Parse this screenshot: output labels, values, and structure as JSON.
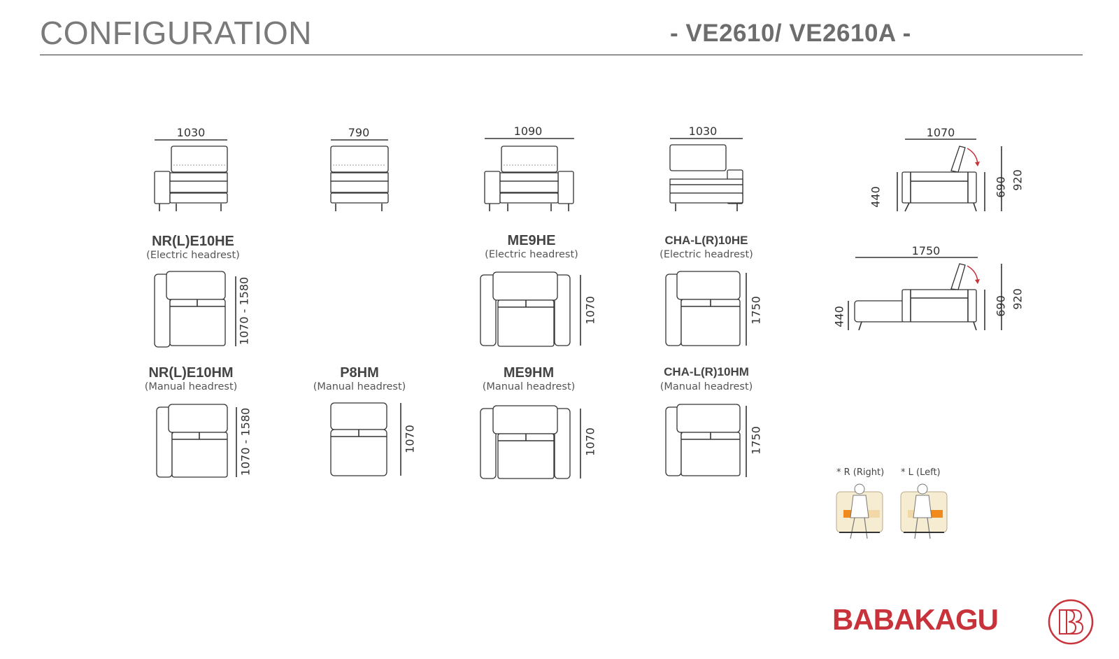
{
  "header": {
    "title": "CONFIGURATION",
    "model": "- VE2610/ VE2610A -"
  },
  "front_widths": [
    "1030",
    "790",
    "1090",
    "1030"
  ],
  "items": {
    "nre10he": {
      "code": "NR(L)E10HE",
      "sub": "(Electric headrest)",
      "depth": "1070 - 1580"
    },
    "me9he": {
      "code": "ME9HE",
      "sub": "(Electric headrest)",
      "depth": "1070"
    },
    "cha10he": {
      "code": "CHA-L(R)10HE",
      "sub": "(Electric headrest)",
      "depth": "1750"
    },
    "nre10hm": {
      "code": "NR(L)E10HM",
      "sub": "(Manual headrest)",
      "depth": "1070 - 1580"
    },
    "p8hm": {
      "code": "P8HM",
      "sub": "(Manual headrest)",
      "depth": "1070"
    },
    "me9hm": {
      "code": "ME9HM",
      "sub": "(Manual headrest)",
      "depth": "1070"
    },
    "cha10hm": {
      "code": "CHA-L(R)10HM",
      "sub": "(Manual headrest)",
      "depth": "1750"
    }
  },
  "side_views": [
    {
      "width": "1070",
      "seat_height": "440",
      "back_height": "690",
      "total_height": "920"
    },
    {
      "width": "1750",
      "seat_height": "440",
      "back_height": "690",
      "total_height": "920"
    }
  ],
  "orientation": {
    "right": "* R (Right)",
    "left": "* L (Left)"
  },
  "brand": {
    "name": "BABAKAGU",
    "logo_color": "#c8323a"
  }
}
